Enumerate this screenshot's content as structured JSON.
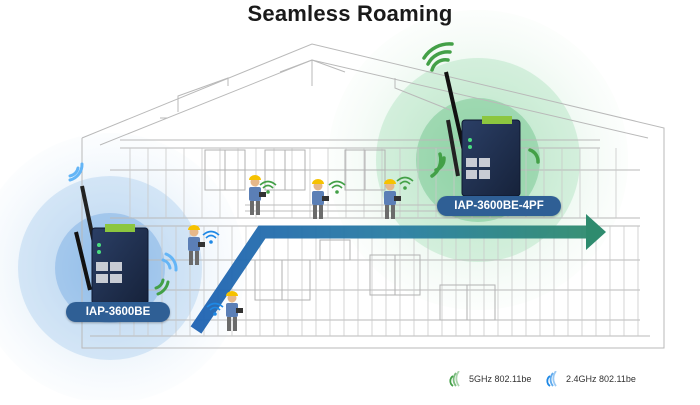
{
  "title": "Seamless Roaming",
  "devices": [
    {
      "id": "left",
      "label": "IAP-3600BE"
    },
    {
      "id": "right",
      "label": "IAP-3600BE-4PF"
    }
  ],
  "legend": [
    {
      "label": "5GHz 802.11be",
      "color": "#43a047"
    },
    {
      "label": "2.4GHz 802.11be",
      "color": "#1e88e5"
    }
  ],
  "colors": {
    "label_bg": "#2f5f95",
    "roaming_arrow": "#2e8b6e",
    "house_lines": "#b9b9b9",
    "coverage_5ghz": "#4caf50",
    "coverage_24ghz": "#64b5f6"
  },
  "icons": [
    "wifi-icon",
    "antenna-icon",
    "access-point-icon",
    "worker-icon",
    "roaming-arrow-icon"
  ]
}
